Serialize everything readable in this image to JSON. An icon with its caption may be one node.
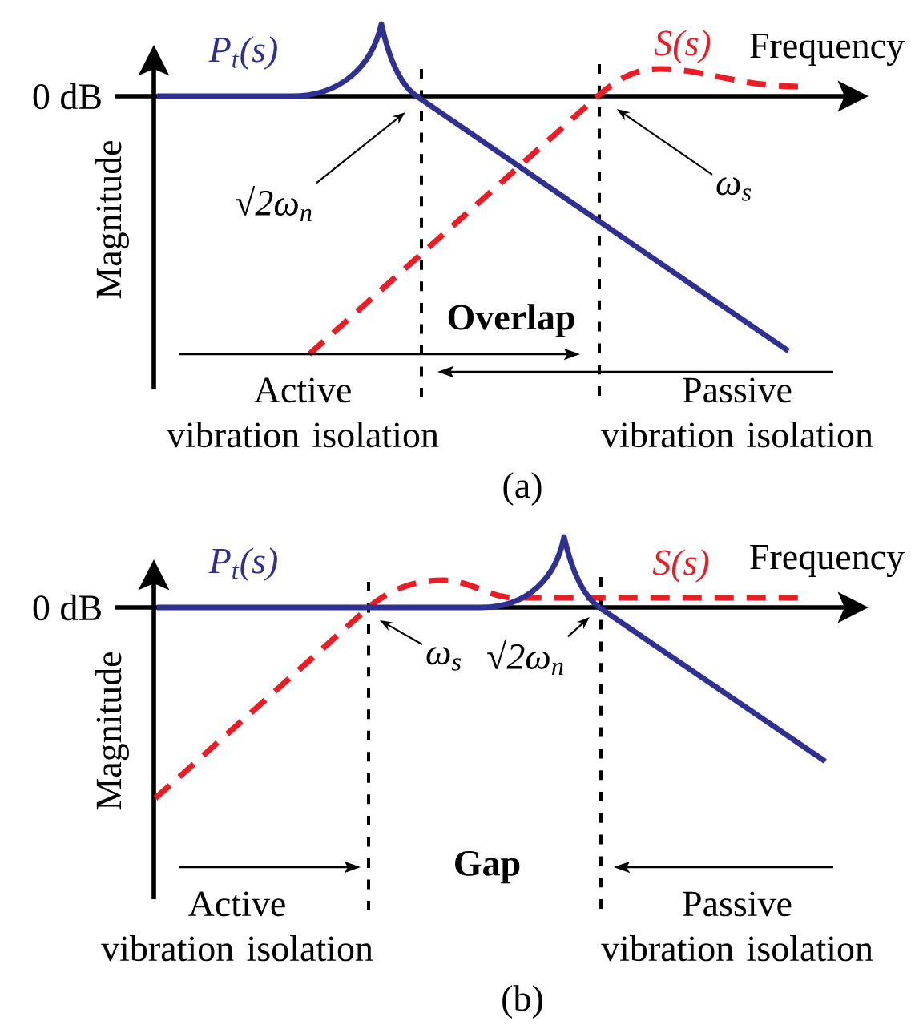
{
  "diagram": {
    "nodes": [
      {
        "text": [
          "√2ω$_{n}$"
        ]
      },
      {
        "text": [
          "ω$_{s}$"
        ]
      },
      {
        "text": [
          "ω$_{s}$"
        ]
      },
      {
        "text": [
          "√2ω$_{n}$"
        ]
      }
    ],
    "edges": [
      {
        "from": 0,
        "to": null,
        "arrow": "to"
      },
      {
        "from": 1,
        "to": null,
        "arrow": "to"
      },
      {
        "from": 2,
        "to": null,
        "arrow": "to"
      },
      {
        "from": 3,
        "to": null,
        "arrow": "to"
      }
    ],
    "labels": [
      "P$_{t}$(s)",
      "S(s)",
      "Frequency",
      "0 dB",
      "Magnitude",
      "Overlap",
      "Active vibration isolation",
      "Passive vibration isolation",
      "(a)",
      "P$_{t}$(s)",
      "S(s)",
      "Frequency",
      "0 dB",
      "Magnitude",
      "Gap",
      "Active vibration isolation",
      "Passive vibration isolation",
      "(b)"
    ]
  }
}
